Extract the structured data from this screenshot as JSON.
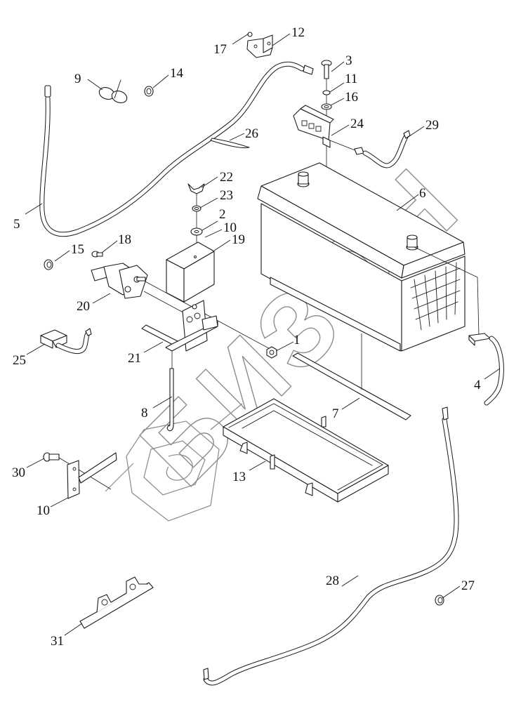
{
  "diagram": {
    "title": "Battery installation — exploded parts view",
    "watermark": {
      "text": "БИЗОН",
      "logo": "bizon-hexagon-logo",
      "color": "#8a8a8a"
    },
    "line_color": "#1a1a1a",
    "callouts": [
      {
        "id": "1",
        "label": "1",
        "part": "nut"
      },
      {
        "id": "2",
        "label": "2",
        "part": "flat-washer"
      },
      {
        "id": "3",
        "label": "3",
        "part": "screw"
      },
      {
        "id": "4",
        "label": "4",
        "part": "terminal-cable-short"
      },
      {
        "id": "5",
        "label": "5",
        "part": "long-cable"
      },
      {
        "id": "6",
        "label": "6",
        "part": "battery"
      },
      {
        "id": "7",
        "label": "7",
        "part": "rubber-pad-strip"
      },
      {
        "id": "8",
        "label": "8",
        "part": "hook-rod"
      },
      {
        "id": "9",
        "label": "9",
        "part": "cable-clip"
      },
      {
        "id": "10",
        "label": "10",
        "part": "bracket"
      },
      {
        "id": "10b",
        "label": "10",
        "part": "mounting-bracket"
      },
      {
        "id": "11",
        "label": "11",
        "part": "spring-washer"
      },
      {
        "id": "12",
        "label": "12",
        "part": "angle-bracket"
      },
      {
        "id": "13",
        "label": "13",
        "part": "battery-tray"
      },
      {
        "id": "14",
        "label": "14",
        "part": "hose-clamp"
      },
      {
        "id": "15",
        "label": "15",
        "part": "grommet"
      },
      {
        "id": "16",
        "label": "16",
        "part": "flat-washer"
      },
      {
        "id": "17",
        "label": "17",
        "part": "bolt"
      },
      {
        "id": "18",
        "label": "18",
        "part": "bolt"
      },
      {
        "id": "19",
        "label": "19",
        "part": "relay-cover"
      },
      {
        "id": "20",
        "label": "20",
        "part": "battery-switch"
      },
      {
        "id": "21",
        "label": "21",
        "part": "switch-bracket"
      },
      {
        "id": "22",
        "label": "22",
        "part": "wing-nut"
      },
      {
        "id": "23",
        "label": "23",
        "part": "washer"
      },
      {
        "id": "24",
        "label": "24",
        "part": "fuse-box"
      },
      {
        "id": "25",
        "label": "25",
        "part": "terminal-cover-cable"
      },
      {
        "id": "26",
        "label": "26",
        "part": "cable-tie"
      },
      {
        "id": "27",
        "label": "27",
        "part": "grommet"
      },
      {
        "id": "28",
        "label": "28",
        "part": "ground-cable"
      },
      {
        "id": "29",
        "label": "29",
        "part": "fuse-cable"
      },
      {
        "id": "30",
        "label": "30",
        "part": "bolt"
      },
      {
        "id": "31",
        "label": "31",
        "part": "clamp-plate"
      }
    ]
  }
}
